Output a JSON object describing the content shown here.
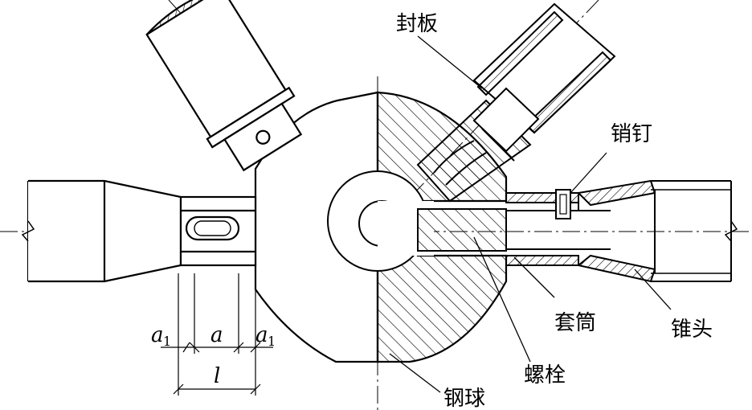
{
  "labels": {
    "sealing_plate": "封板",
    "pin": "销钉",
    "sleeve": "套筒",
    "cone_head": "锥头",
    "bolt": "螺栓",
    "steel_ball": "钢球"
  },
  "dimensions": {
    "a1_left": "a",
    "a1_left_sub": "1",
    "a_mid": "a",
    "a1_right": "a",
    "a1_right_sub": "1",
    "l": "l"
  }
}
